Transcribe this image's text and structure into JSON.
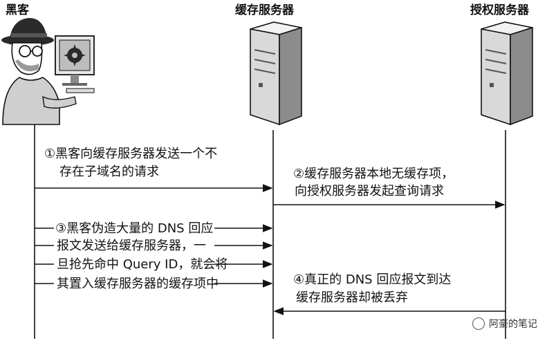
{
  "actors": {
    "hacker": "黑客",
    "cache_server": "缓存服务器",
    "auth_server": "授权服务器"
  },
  "steps": {
    "step1": {
      "num": "①",
      "lines": [
        "黑客向缓存服务器发送一个不",
        "存在子域名的请求"
      ]
    },
    "step2": {
      "num": "②",
      "lines": [
        "缓存服务器本地无缓存项，",
        "向授权服务器发起查询请求"
      ]
    },
    "step3": {
      "num": "③",
      "lines": [
        "黑客伪造大量的 DNS 回应",
        "报文发送给缓存服务器，一",
        "旦抢先命中 Query ID，就会将",
        "其置入缓存服务器的缓存项中"
      ]
    },
    "step4": {
      "num": "④",
      "lines": [
        "真正的 DNS 回应报文到达",
        "缓存服务器却被丢弃"
      ]
    }
  },
  "watermark": "阿豪的笔记",
  "colors": {
    "line": "#111111",
    "server_body": "#d9d9d9",
    "server_dark": "#8c8c8c"
  },
  "icons": {
    "hacker": "hacker-icon",
    "server": "server-icon"
  }
}
